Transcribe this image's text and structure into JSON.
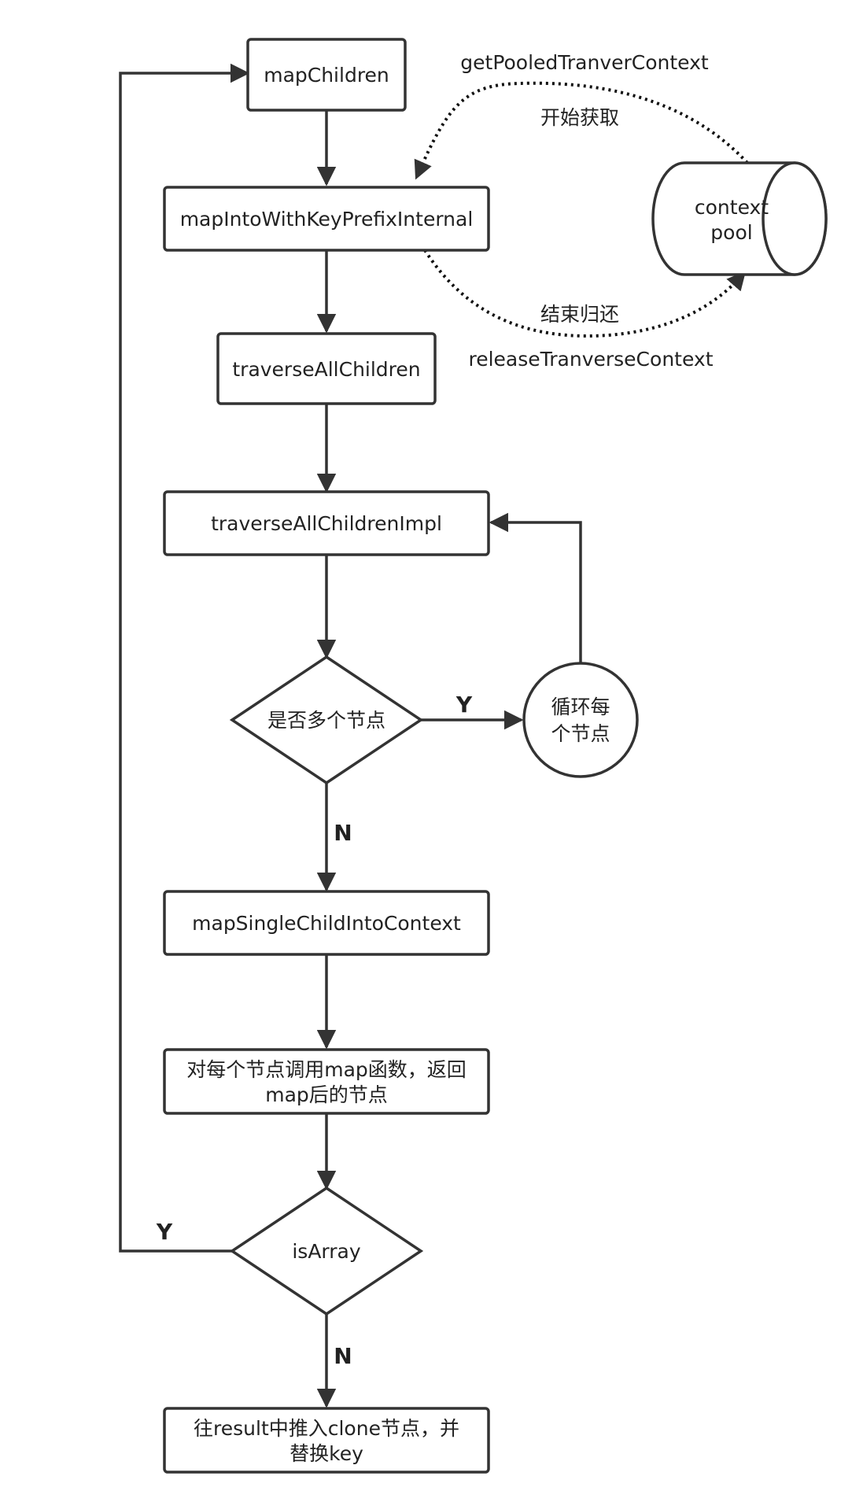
{
  "nodes": {
    "map_children": "mapChildren",
    "map_into_with_key_prefix_internal": "mapIntoWithKeyPrefixInternal",
    "traverse_all_children": "traverseAllChildren",
    "traverse_all_children_impl": "traverseAllChildrenImpl",
    "decision_multiple_nodes": "是否多个节点",
    "loop_each_node_line1": "循环每",
    "loop_each_node_line2": "个节点",
    "map_single_child_into_context": "mapSingleChildIntoContext",
    "apply_map_line1": "对每个节点调用map函数，返回",
    "apply_map_line2": "map后的节点",
    "decision_is_array": "isArray",
    "push_result_line1": "往result中推入clone节点，并",
    "push_result_line2": "替换key",
    "context_pool_line1": "context",
    "context_pool_line2": "pool"
  },
  "edge_labels": {
    "get_pooled": "getPooledTranverContext",
    "start_acquire": "开始获取",
    "end_return": "结束归还",
    "release": "releaseTranverseContext",
    "multi_yes": "Y",
    "multi_no": "N",
    "array_yes": "Y",
    "array_no": "N"
  },
  "colors": {
    "stroke": "#333333",
    "text": "#222222",
    "background": "#ffffff"
  }
}
